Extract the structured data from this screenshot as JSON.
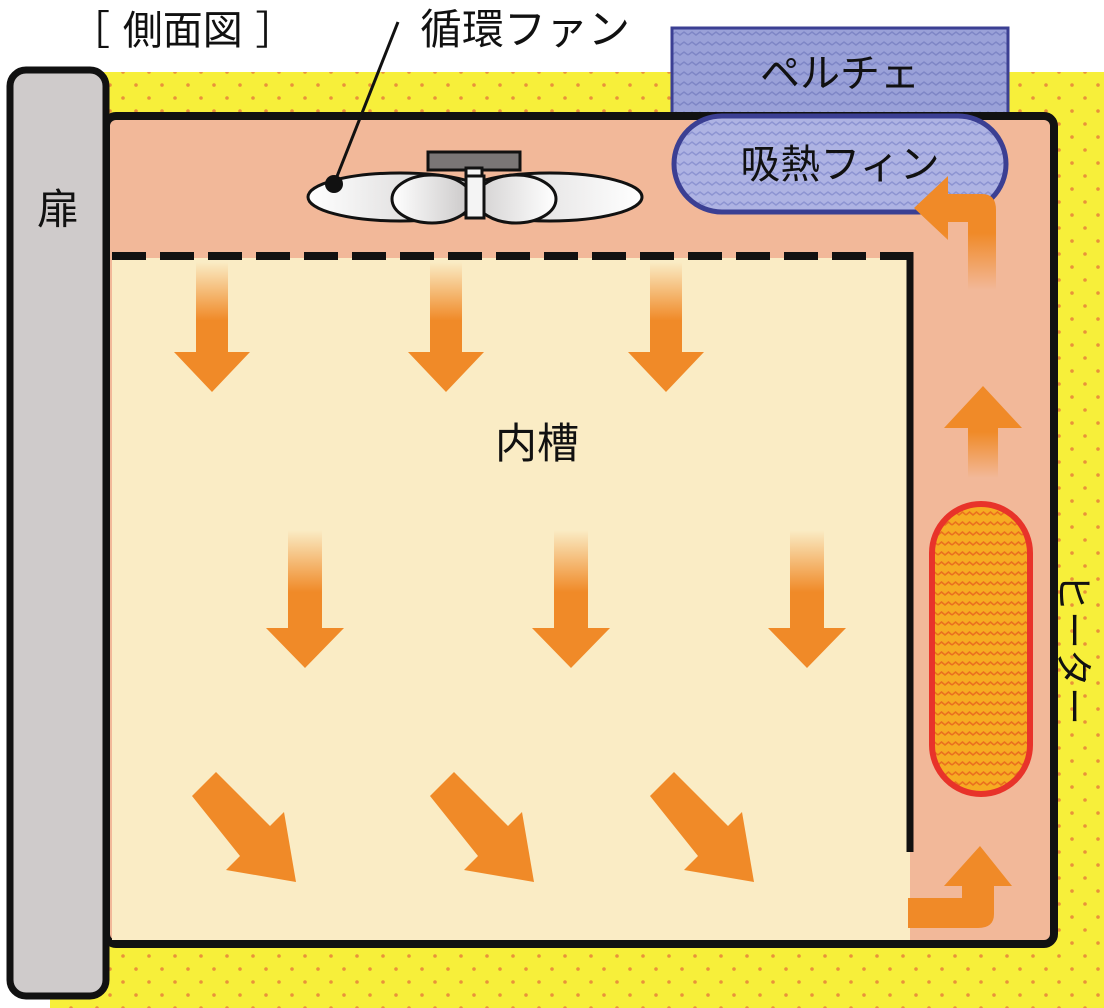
{
  "labels": {
    "view_title": "［ 側面図 ］",
    "fan": "循環ファン",
    "peltier": "ペルチェ",
    "fin": "吸熱フィン",
    "door": "扉",
    "chamber": "内槽",
    "heater": "ヒーター"
  },
  "colors": {
    "insulation": "#f7ef3a",
    "insulation_dots": "#e9923a",
    "door": "#cfcbcb",
    "duct": "#f2b899",
    "chamber": "#faecc5",
    "arrow": "#f08a28",
    "peltier": "#8f97d0",
    "fin": "#a9aee0",
    "fin_border": "#3b3f93",
    "heater_fill": "#f4a21f",
    "heater_border": "#e8332a",
    "outline": "#111111"
  },
  "icons": [
    "fan-icon",
    "down-arrow-icon",
    "diagonal-arrow-icon",
    "up-arrow-icon",
    "bent-arrow-icon"
  ]
}
